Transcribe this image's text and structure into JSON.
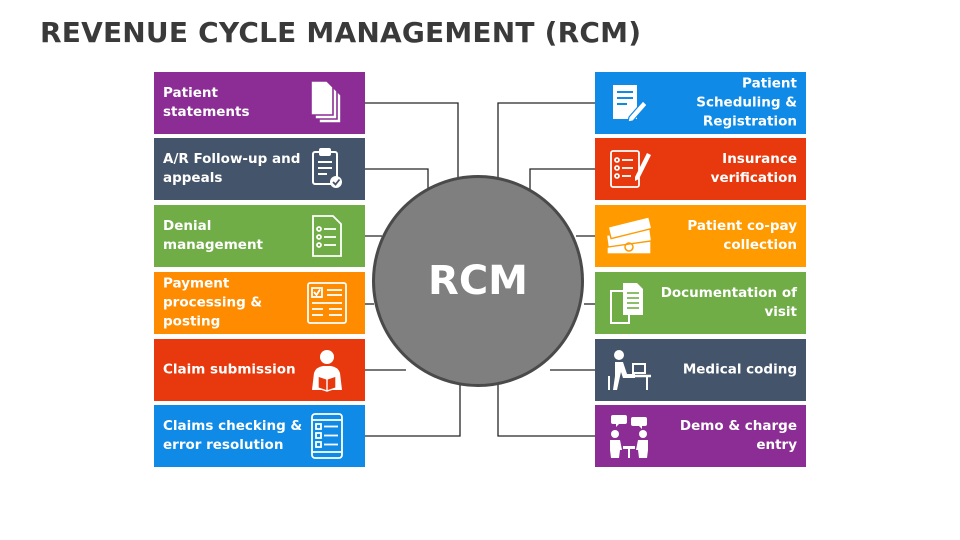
{
  "title": "REVENUE CYCLE MANAGEMENT (RCM)",
  "center": {
    "label": "RCM",
    "color": "#7f7f7f"
  },
  "left_items": [
    {
      "label": "Patient statements",
      "color": "#8b2d94",
      "icon": "documents-stack-icon"
    },
    {
      "label": "A/R Follow-up and appeals",
      "color": "#44546a",
      "icon": "clipboard-check-icon"
    },
    {
      "label": "Denial management",
      "color": "#70ad47",
      "icon": "checklist-document-icon"
    },
    {
      "label": "Payment processing & posting",
      "color": "#ff8c00",
      "icon": "invoice-form-icon"
    },
    {
      "label": "Claim submission",
      "color": "#e8390e",
      "icon": "person-reading-icon"
    },
    {
      "label": "Claims checking & error resolution",
      "color": "#0f8ae6",
      "icon": "tablet-checklist-icon"
    }
  ],
  "right_items": [
    {
      "label": "Patient Scheduling & Registration",
      "color": "#0f8ae6",
      "icon": "form-pencil-icon"
    },
    {
      "label": "Insurance verification",
      "color": "#e8390e",
      "icon": "checklist-pencil-icon"
    },
    {
      "label": "Patient co-pay collection",
      "color": "#ff9a00",
      "icon": "money-stack-icon"
    },
    {
      "label": "Documentation of visit",
      "color": "#70ad47",
      "icon": "documents-icon"
    },
    {
      "label": "Medical coding",
      "color": "#44546a",
      "icon": "person-at-computer-icon"
    },
    {
      "label": "Demo & charge entry",
      "color": "#8b2d94",
      "icon": "two-people-talking-icon"
    }
  ]
}
